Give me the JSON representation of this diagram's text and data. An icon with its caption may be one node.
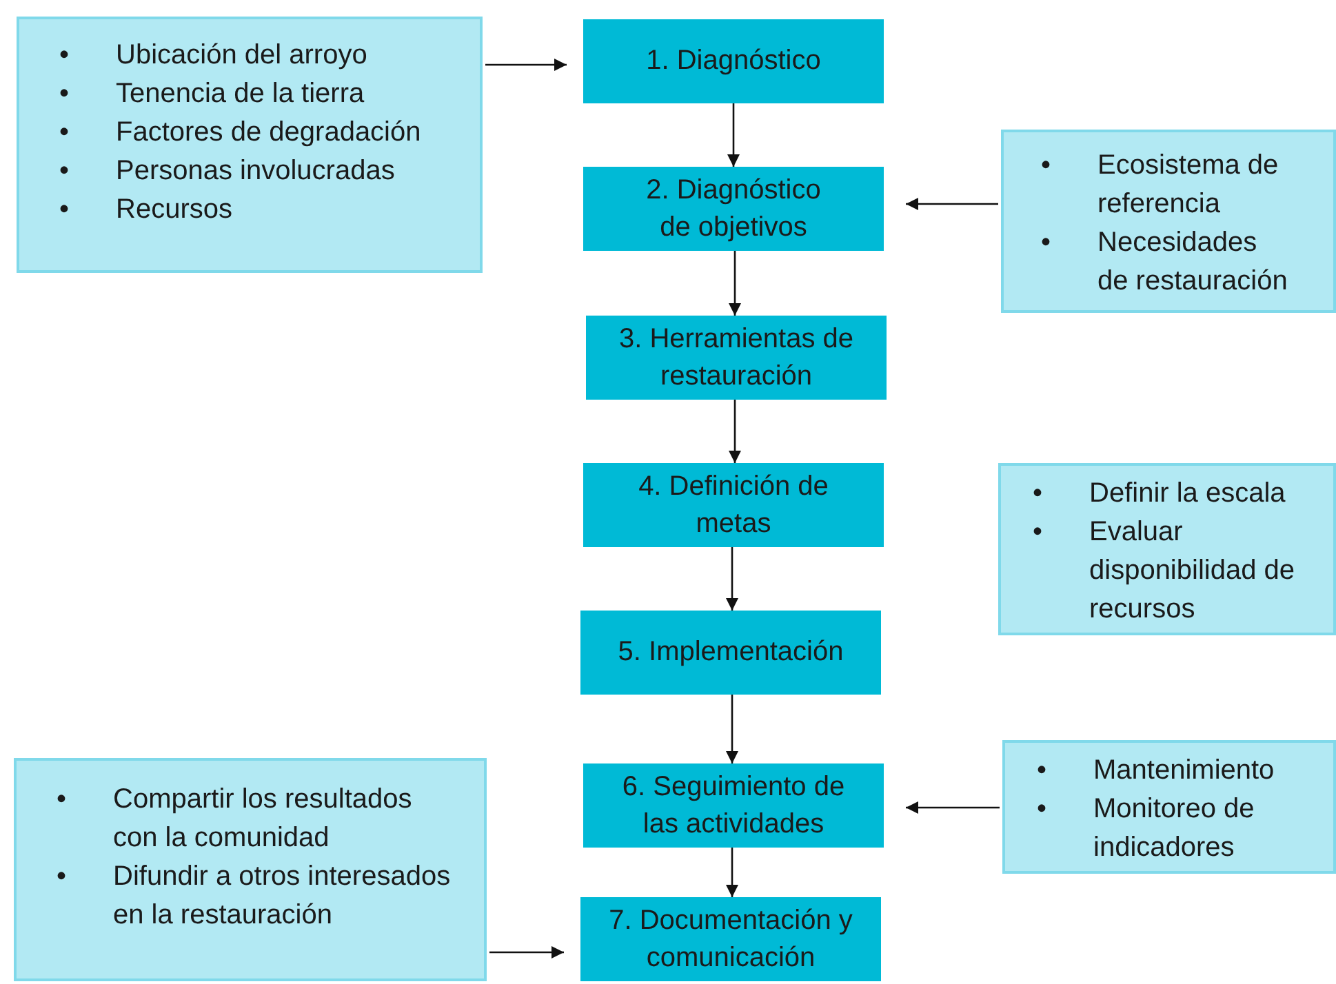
{
  "diagram": {
    "labels": [
      "•",
      "•",
      "•",
      "•",
      "•",
      "•",
      "•",
      "•",
      "•",
      "•",
      "•",
      "•",
      "•"
    ],
    "nodes": [
      {
        "text": [
          "Ubicación del arroyo",
          "Tenencia de la tierra",
          "Factores de degradación",
          "Personas involucradas",
          "Recursos"
        ]
      },
      {
        "text": [
          "1. Diagnóstico"
        ]
      },
      {
        "text": [
          "2. Diagnóstico de objetivos"
        ]
      },
      {
        "text": [
          "Ecosistema de referencia",
          "Necesidades de restauración"
        ]
      },
      {
        "text": [
          "3. Herramientas de restauración"
        ]
      },
      {
        "text": [
          "4. Definición de metas"
        ]
      },
      {
        "text": [
          "Definir la escala",
          "Evaluar disponibilidad de recursos"
        ]
      },
      {
        "text": [
          "5. Implementación"
        ]
      },
      {
        "text": [
          "6. Seguimiento de las actividades"
        ]
      },
      {
        "text": [
          "Mantenimiento",
          "Monitoreo de indicadores"
        ]
      },
      {
        "text": [
          "Compartir los resultados con la comunidad",
          "Difundir a otros interesados en la restauración"
        ]
      },
      {
        "text": [
          "7. Documentación y comunicación"
        ]
      }
    ],
    "edges": [
      {
        "from": 0,
        "to": 1,
        "arrow": "to"
      },
      {
        "from": 1,
        "to": 2,
        "arrow": "to"
      },
      {
        "from": 3,
        "to": 2,
        "arrow": "to"
      },
      {
        "from": 2,
        "to": 4,
        "arrow": "to"
      },
      {
        "from": 4,
        "to": 5,
        "arrow": "to"
      },
      {
        "from": 5,
        "to": 7,
        "arrow": "to"
      },
      {
        "from": 7,
        "to": 8,
        "arrow": "to"
      },
      {
        "from": 9,
        "to": 8,
        "arrow": "to"
      },
      {
        "from": 8,
        "to": 11,
        "arrow": "to"
      },
      {
        "from": 10,
        "to": 11,
        "arrow": "to"
      }
    ]
  }
}
